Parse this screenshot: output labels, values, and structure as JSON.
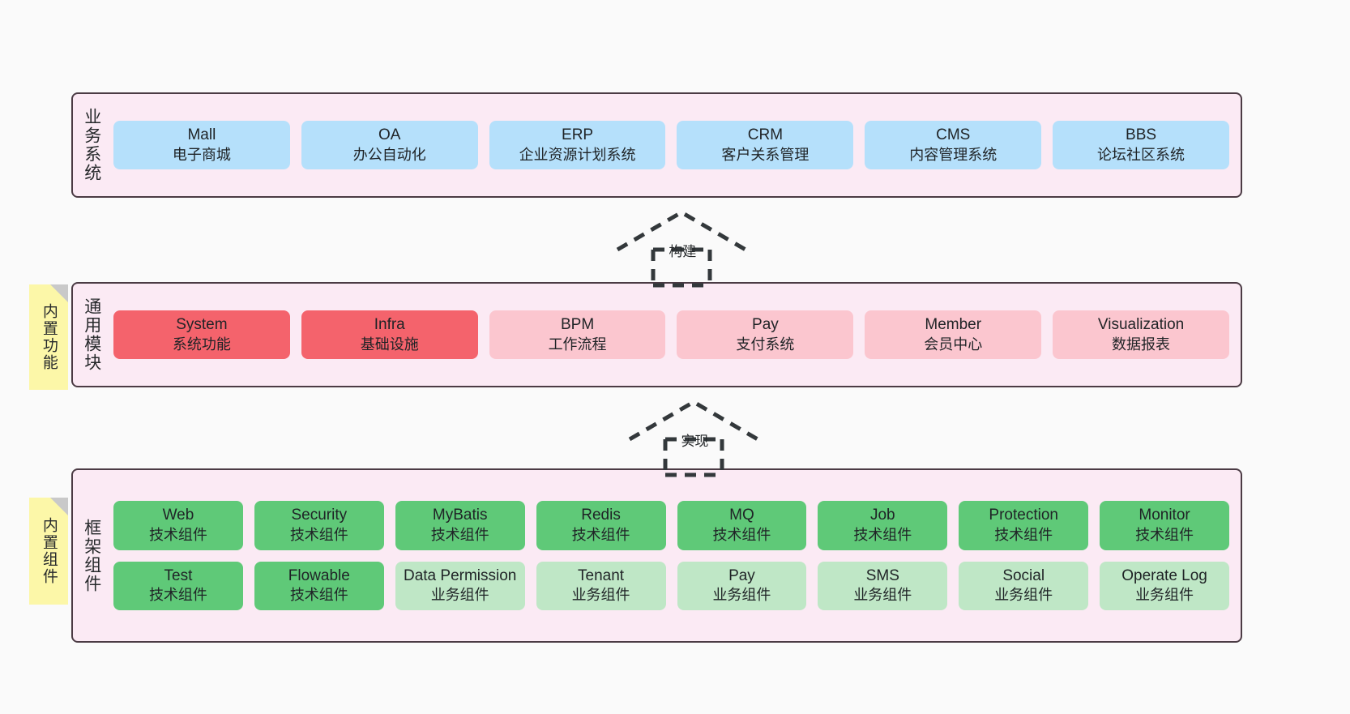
{
  "diagram": {
    "background_color": "#fafafa",
    "panel_color": "#fbeaf4",
    "panel_border_color": "#4b3b44",
    "sticky_color": "#fcf7a8"
  },
  "layers": [
    {
      "label": "业务系统",
      "accent": "#b5e0fb",
      "cards": [
        {
          "title": "Mall",
          "subtitle": "电子商城"
        },
        {
          "title": "OA",
          "subtitle": "办公自动化"
        },
        {
          "title": "ERP",
          "subtitle": "企业资源计划系统"
        },
        {
          "title": "CRM",
          "subtitle": "客户关系管理"
        },
        {
          "title": "CMS",
          "subtitle": "内容管理系统"
        },
        {
          "title": "BBS",
          "subtitle": "论坛社区系统"
        }
      ]
    },
    {
      "label": "通用模块",
      "sticky": "内置功能",
      "accent": "#f4636c",
      "accent_secondary": "#fbc6cf",
      "cards": [
        {
          "title": "System",
          "subtitle": "系统功能",
          "style": "c-red"
        },
        {
          "title": "Infra",
          "subtitle": "基础设施",
          "style": "c-red"
        },
        {
          "title": "BPM",
          "subtitle": "工作流程",
          "style": "c-pink"
        },
        {
          "title": "Pay",
          "subtitle": "支付系统",
          "style": "c-pink"
        },
        {
          "title": "Member",
          "subtitle": "会员中心",
          "style": "c-pink"
        },
        {
          "title": "Visualization",
          "subtitle": "数据报表",
          "style": "c-pink"
        }
      ]
    },
    {
      "label": "框架组件",
      "sticky": "内置组件",
      "accent": "#5fc978",
      "accent_secondary": "#bfe7c6",
      "rows": [
        [
          {
            "title": "Web",
            "subtitle": "技术组件",
            "style": "c-green"
          },
          {
            "title": "Security",
            "subtitle": "技术组件",
            "style": "c-green"
          },
          {
            "title": "MyBatis",
            "subtitle": "技术组件",
            "style": "c-green"
          },
          {
            "title": "Redis",
            "subtitle": "技术组件",
            "style": "c-green"
          },
          {
            "title": "MQ",
            "subtitle": "技术组件",
            "style": "c-green"
          },
          {
            "title": "Job",
            "subtitle": "技术组件",
            "style": "c-green"
          },
          {
            "title": "Protection",
            "subtitle": "技术组件",
            "style": "c-green"
          },
          {
            "title": "Monitor",
            "subtitle": "技术组件",
            "style": "c-green"
          }
        ],
        [
          {
            "title": "Test",
            "subtitle": "技术组件",
            "style": "c-green"
          },
          {
            "title": "Flowable",
            "subtitle": "技术组件",
            "style": "c-green"
          },
          {
            "title": "Data Permission",
            "subtitle": "业务组件",
            "style": "c-lightgreen"
          },
          {
            "title": "Tenant",
            "subtitle": "业务组件",
            "style": "c-lightgreen"
          },
          {
            "title": "Pay",
            "subtitle": "业务组件",
            "style": "c-lightgreen"
          },
          {
            "title": "SMS",
            "subtitle": "业务组件",
            "style": "c-lightgreen"
          },
          {
            "title": "Social",
            "subtitle": "业务组件",
            "style": "c-lightgreen"
          },
          {
            "title": "Operate Log",
            "subtitle": "业务组件",
            "style": "c-lightgreen"
          }
        ]
      ]
    }
  ],
  "connectors": [
    {
      "label": "构建",
      "from": "通用模块",
      "to": "业务系统",
      "style": "dashed-generalization"
    },
    {
      "label": "实现",
      "from": "框架组件",
      "to": "通用模块",
      "style": "dashed-generalization"
    }
  ]
}
